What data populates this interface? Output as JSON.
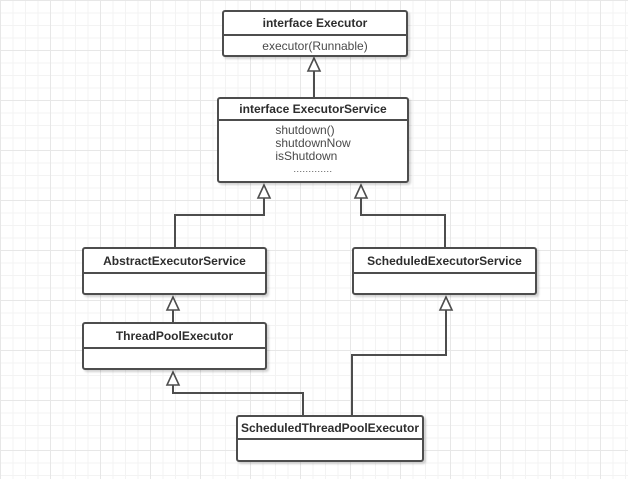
{
  "classes": [
    {
      "title": "interface Executor",
      "members": [
        "executor(Runnable)"
      ]
    },
    {
      "title": "interface ExecutorService",
      "members": [
        "shutdown()",
        "shutdownNow",
        "isShutdown",
        "............."
      ]
    },
    {
      "title": "AbstractExecutorService",
      "members": []
    },
    {
      "title": "ScheduledExecutorService",
      "members": []
    },
    {
      "title": "ThreadPoolExecutor",
      "members": []
    },
    {
      "title": "ScheduledThreadPoolExecutor",
      "members": []
    }
  ],
  "relations": [
    {
      "from": "interface ExecutorService",
      "to": "interface Executor",
      "type": "generalization"
    },
    {
      "from": "AbstractExecutorService",
      "to": "interface ExecutorService",
      "type": "generalization"
    },
    {
      "from": "ScheduledExecutorService",
      "to": "interface ExecutorService",
      "type": "generalization"
    },
    {
      "from": "ThreadPoolExecutor",
      "to": "AbstractExecutorService",
      "type": "generalization"
    },
    {
      "from": "ScheduledThreadPoolExecutor",
      "to": "ThreadPoolExecutor",
      "type": "generalization"
    },
    {
      "from": "ScheduledThreadPoolExecutor",
      "to": "ScheduledExecutorService",
      "type": "generalization"
    }
  ],
  "colors": {
    "stroke": "#4d4d4d",
    "title_text": "#2d2d2d",
    "member_text": "#4a4a4a",
    "box_fill": "#ffffff",
    "grid_minor": "#f3f3f3",
    "grid_major": "#e7e7e7"
  }
}
